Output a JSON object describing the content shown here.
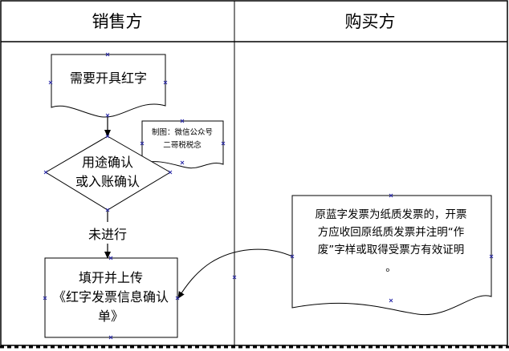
{
  "lanes": {
    "seller": "销售方",
    "buyer": "购买方"
  },
  "nodes": {
    "need_red": "需要开具红字",
    "watermark_line1": "制图：微信公众号",
    "watermark_line2": "二哥税税念",
    "decision_line1": "用途确认",
    "decision_line2": "或入账确认",
    "branch_label": "未进行",
    "fill_upload_line1": "填开并上传",
    "fill_upload_line2": "《红字发票信息确认",
    "fill_upload_line3": "单》",
    "buyer_note_line1": "原蓝字发票为纸质发票的，开票",
    "buyer_note_line2": "方应收回原纸质发票并注明“作",
    "buyer_note_line3": "废”字样或取得受票方有效证明",
    "buyer_note_line4": "。"
  },
  "colors": {
    "line": "#000000",
    "handle": "#2a2aa8",
    "background": "#ffffff"
  }
}
